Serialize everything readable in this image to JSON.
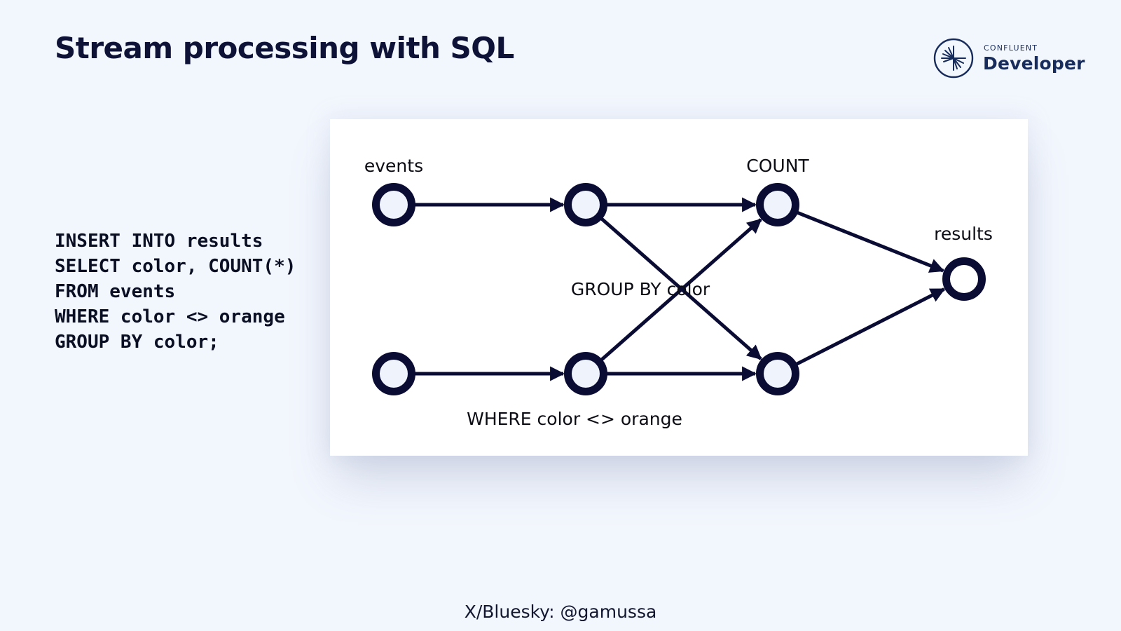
{
  "slide": {
    "title": "Stream processing with SQL",
    "footer": "X/Bluesky: @gamussa"
  },
  "logo": {
    "brand": "CONFLUENT",
    "product": "Developer",
    "icon": "confluent-starburst-icon"
  },
  "code": {
    "language": "SQL",
    "lines": [
      "INSERT INTO results",
      "SELECT color, COUNT(*)",
      "FROM events",
      "WHERE color <> orange",
      "GROUP BY color;"
    ]
  },
  "diagram": {
    "labels": {
      "events": "events",
      "count": "COUNT",
      "group_by": "GROUP BY color",
      "where": "WHERE color <> orange",
      "results": "results"
    },
    "nodes": [
      {
        "id": "source-top",
        "stage": "events",
        "row": "top"
      },
      {
        "id": "source-bottom",
        "stage": "events",
        "row": "bottom"
      },
      {
        "id": "filter-top",
        "stage": "where",
        "row": "top"
      },
      {
        "id": "filter-bottom",
        "stage": "where",
        "row": "bottom"
      },
      {
        "id": "count-top",
        "stage": "count",
        "row": "top"
      },
      {
        "id": "count-bottom",
        "stage": "count",
        "row": "bottom"
      },
      {
        "id": "results",
        "stage": "results",
        "row": "middle"
      }
    ],
    "edges": [
      {
        "from": "source-top",
        "to": "filter-top"
      },
      {
        "from": "source-bottom",
        "to": "filter-bottom"
      },
      {
        "from": "filter-top",
        "to": "count-top"
      },
      {
        "from": "filter-top",
        "to": "count-bottom"
      },
      {
        "from": "filter-bottom",
        "to": "count-top"
      },
      {
        "from": "filter-bottom",
        "to": "count-bottom"
      },
      {
        "from": "count-top",
        "to": "results"
      },
      {
        "from": "count-bottom",
        "to": "results"
      }
    ],
    "colors": {
      "stroke": "#0b0c33",
      "node_fill": "#eef3fc",
      "results_fill": "#ffffff"
    }
  }
}
